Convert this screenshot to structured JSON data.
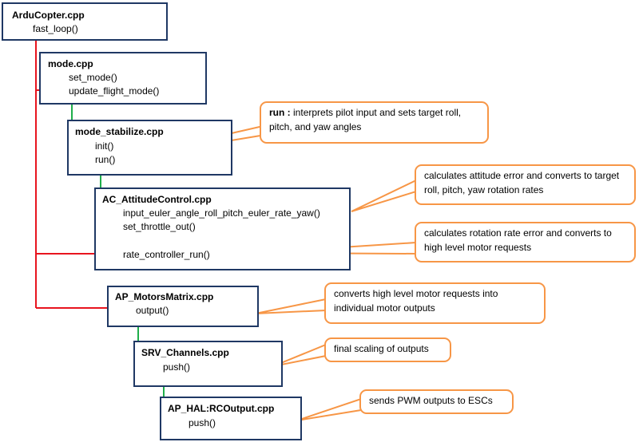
{
  "colors": {
    "box_border": "#1f3864",
    "callout_border": "#f79646",
    "red_arrow": "#e8141e",
    "green_arrow": "#1fae4b"
  },
  "boxes": {
    "arducopter": {
      "title": "ArduCopter.cpp",
      "items": [
        "fast_loop()"
      ]
    },
    "mode": {
      "title": "mode.cpp",
      "items": [
        "set_mode()",
        "update_flight_mode()"
      ]
    },
    "mode_stabilize": {
      "title": "mode_stabilize.cpp",
      "items": [
        "init()",
        "run()"
      ]
    },
    "attitude_control": {
      "title": "AC_AttitudeControl.cpp",
      "items": [
        "input_euler_angle_roll_pitch_euler_rate_yaw()",
        "set_throttle_out()",
        "rate_controller_run()"
      ]
    },
    "motors_matrix": {
      "title": "AP_MotorsMatrix.cpp",
      "items": [
        "output()"
      ]
    },
    "srv_channels": {
      "title": "SRV_Channels.cpp",
      "items": [
        "push()"
      ]
    },
    "rcoutput": {
      "title": "AP_HAL:RCOutput.cpp",
      "items": [
        "push()"
      ]
    }
  },
  "callouts": {
    "run": {
      "label": "run :",
      "text": "interprets pilot input and sets target roll, pitch, and yaw angles"
    },
    "attitude": {
      "text": "calculates attitude error and converts to target roll, pitch, yaw rotation rates"
    },
    "rate": {
      "text": "calculates rotation rate error and converts to high level motor requests"
    },
    "motors": {
      "text": "converts high level motor requests into individual motor outputs"
    },
    "scaling": {
      "text": "final scaling of outputs"
    },
    "pwm": {
      "text": "sends PWM outputs to ESCs"
    }
  }
}
